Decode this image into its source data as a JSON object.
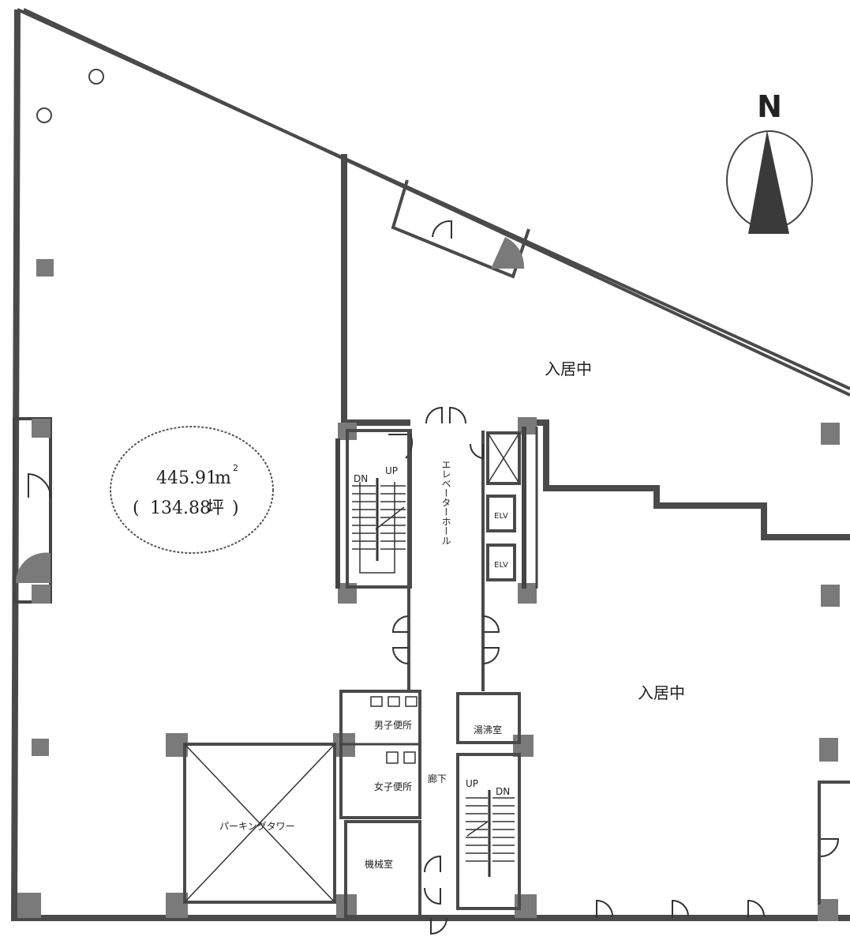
{
  "compass": {
    "north_label": "N"
  },
  "area": {
    "sqm": "445.91",
    "sqm_unit": "m",
    "sqm_exp": "2",
    "tsubo_open": "(",
    "tsubo": "134.88",
    "tsubo_unit": "坪",
    "tsubo_close": ")"
  },
  "rooms": {
    "occupied_north": "入居中",
    "occupied_east": "入居中",
    "elevator_hall": "エレベーターホール",
    "mens_toilet": "男子便所",
    "womens_toilet": "女子便所",
    "cleaning_room": "湯沸室",
    "corridor": "廊下",
    "machine_room": "機械室",
    "parking_tower": "パーキングタワー"
  },
  "stairs": {
    "west_dn": "DN",
    "west_up": "UP",
    "east_up": "UP",
    "east_dn": "DN"
  },
  "elevators": [
    "E\nL\nV",
    "E\nL\nV"
  ],
  "elevator_text": "ELV"
}
